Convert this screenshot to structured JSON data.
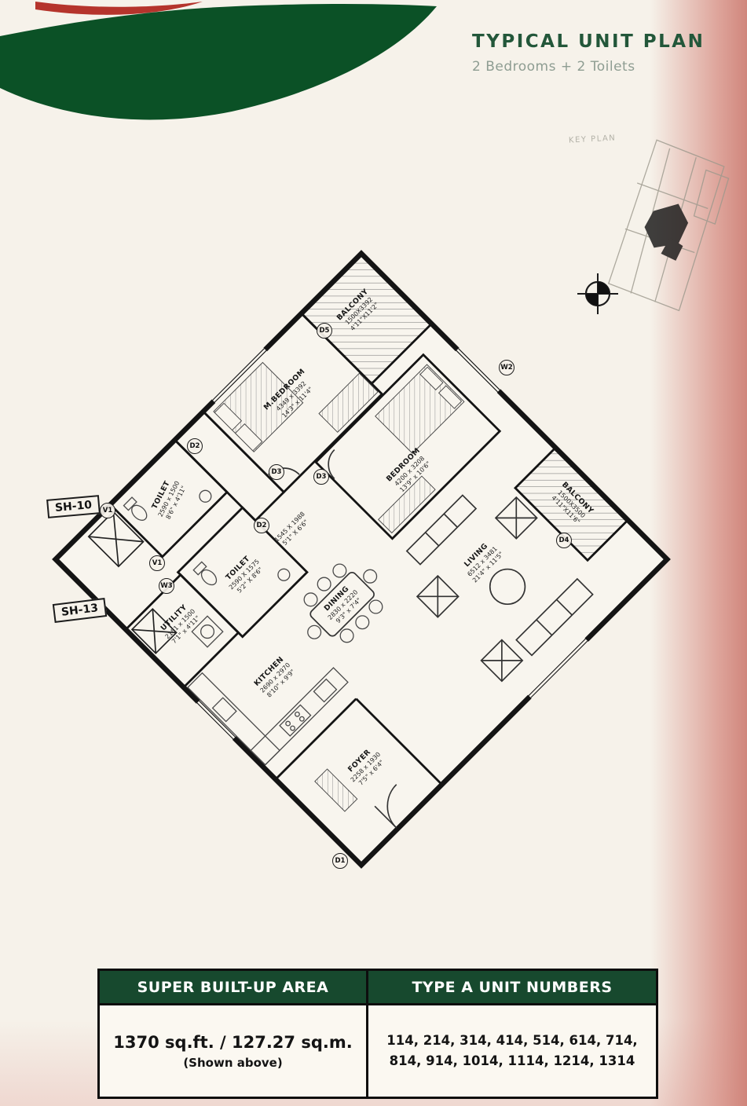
{
  "colors": {
    "banner_green": "#0b5126",
    "banner_red": "#b5342c",
    "header_green": "#17492e",
    "title_green": "#23573a",
    "subtitle_gray": "#8e9d92"
  },
  "header": {
    "title": "TYPICAL UNIT PLAN",
    "subtitle": "2 Bedrooms + 2 Toilets"
  },
  "key_plan": {
    "label": "KEY PLAN"
  },
  "plan": {
    "rooms": [
      {
        "name": "BALCONY",
        "mm": "1500X3392",
        "ft": "4'11\"X11'2\""
      },
      {
        "name": "M.BEDROOM",
        "mm": "4349 x 3392",
        "ft": "14'3\" x 11'4\""
      },
      {
        "name": "BEDROOM",
        "mm": "4200 x 3208",
        "ft": "13'9\" x 10'6\""
      },
      {
        "name": "TOILET",
        "mm": "2590 x 1500",
        "ft": "8'6\" x 4'11\""
      },
      {
        "name": "",
        "mm": "1545 X 1988",
        "ft": "5'1\" X 6'6\""
      },
      {
        "name": "TOILET",
        "mm": "2590 X 1575",
        "ft": "5'2\" X 8'6\""
      },
      {
        "name": "UTILITY",
        "mm": "2151 x 1500",
        "ft": "7'1\" x 4'11\""
      },
      {
        "name": "KITCHEN",
        "mm": "2690 x 2970",
        "ft": "8'10\" x 9'9\""
      },
      {
        "name": "DINING",
        "mm": "2830 x 2220",
        "ft": "9'3\" x 7'4\""
      },
      {
        "name": "LIVING",
        "mm": "6512 x 3481",
        "ft": "21'4\" x 11'5\""
      },
      {
        "name": "BALCONY",
        "mm": "1500X3500",
        "ft": "4'11\"X11'6\""
      },
      {
        "name": "FOYER",
        "mm": "2258 x 1930",
        "ft": "7'5\" x 6'4\""
      }
    ],
    "tags": [
      "D5",
      "W2",
      "D2",
      "D3",
      "D3",
      "D2",
      "V1",
      "V1",
      "W3",
      "D4",
      "D1"
    ],
    "shafts": [
      "SH-10",
      "SH-13"
    ]
  },
  "table": {
    "col1_header": "SUPER BUILT-UP AREA",
    "col2_header": "TYPE A UNIT NUMBERS",
    "area": "1370 sq.ft. / 127.27 sq.m.",
    "area_note": "(Shown above)",
    "units_line1": "114, 214, 314, 414, 514, 614, 714,",
    "units_line2": "814, 914, 1014, 1114, 1214, 1314"
  }
}
